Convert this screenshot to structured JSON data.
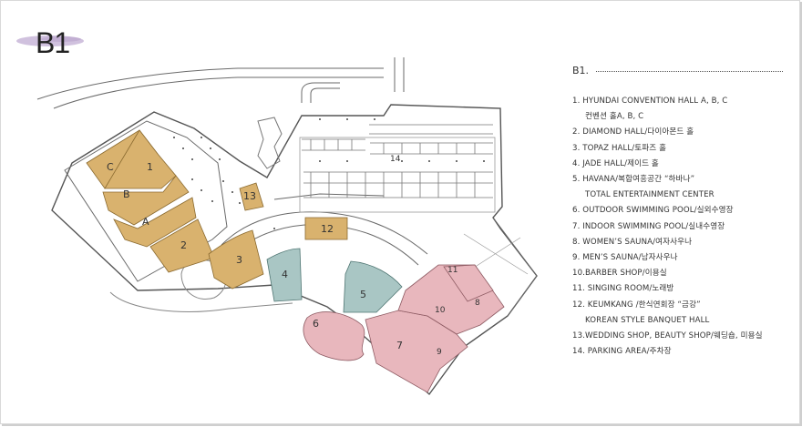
{
  "level": "B1",
  "legend": {
    "title": "B1.",
    "items": [
      {
        "text": "1. HYUNDAI CONVENTION HALL A, B, C"
      },
      {
        "text": "컨벤션 홀A, B, C",
        "cont": true
      },
      {
        "text": "2. DIAMOND HALL/다이아몬드 홀"
      },
      {
        "text": "3. TOPAZ HALL/토파즈 홀"
      },
      {
        "text": "4. JADE HALL/제이드 홀"
      },
      {
        "text": "5. HAVANA/복합여흥공간 “하바나”"
      },
      {
        "text": "TOTAL ENTERTAINMENT CENTER",
        "cont": true
      },
      {
        "text": "6. OUTDOOR SWIMMING POOL/실외수영장"
      },
      {
        "text": "7. INDOOR SWIMMING POOL/실내수영장"
      },
      {
        "text": "8. WOMEN’S SAUNA/여자사우나"
      },
      {
        "text": "9. MEN’S SAUNA/남자사우나"
      },
      {
        "text": "10.BARBER SHOP/이용실"
      },
      {
        "text": "11. SINGING ROOM/노래방"
      },
      {
        "text": "12. KEUMKANG /한식연회장 “금강”"
      },
      {
        "text": "KOREAN STYLE BANQUET HALL",
        "cont": true
      },
      {
        "text": "13.WEDDING SHOP, BEAUTY SHOP/웨딩숍, 미용실"
      },
      {
        "text": "14. PARKING AREA/주차장"
      }
    ]
  },
  "areas": {
    "a1": "1",
    "a2": "2",
    "a3": "3",
    "a4": "4",
    "a5": "5",
    "a6": "6",
    "a7": "7",
    "a8": "8",
    "a9": "9",
    "a10": "10",
    "a11": "11",
    "a12": "12",
    "a13": "13",
    "a14": "14",
    "hall_a": "A",
    "hall_b": "B",
    "hall_c": "C"
  },
  "colors": {
    "convention": "#d9b26e",
    "jade_havana": "#a9c6c4",
    "pool_sauna": "#e8b7bd",
    "line": "#555555",
    "swoosh": "#c8b6d8"
  }
}
